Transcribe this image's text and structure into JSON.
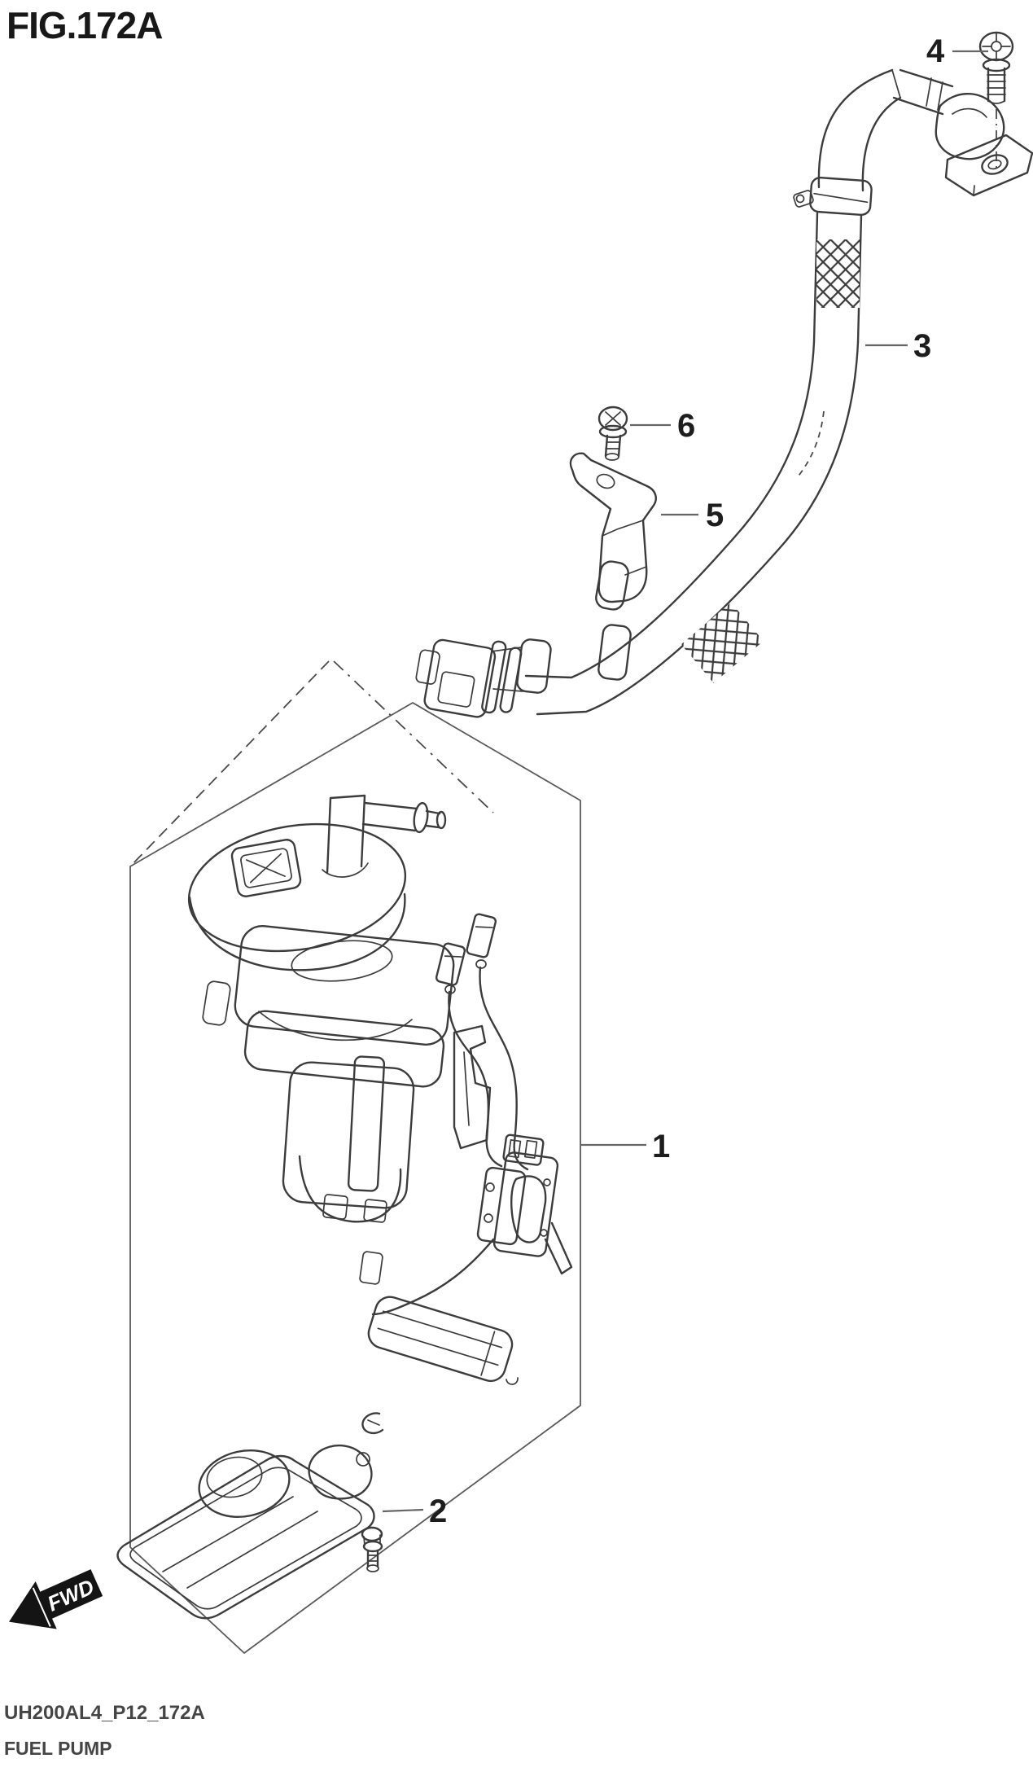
{
  "figure": {
    "title": "FIG.172A"
  },
  "footer": {
    "code": "UH200AL4_P12_172A",
    "caption": "FUEL PUMP"
  },
  "orientation": {
    "label": "FWD"
  },
  "callouts": [
    {
      "label": "1"
    },
    {
      "label": "2"
    },
    {
      "label": "3"
    },
    {
      "label": "4"
    },
    {
      "label": "5"
    },
    {
      "label": "6"
    }
  ],
  "colors": {
    "line": "#3c3c3c",
    "box_line": "#5a5a5a",
    "label": "#1d1d1d",
    "background": "#ffffff"
  }
}
